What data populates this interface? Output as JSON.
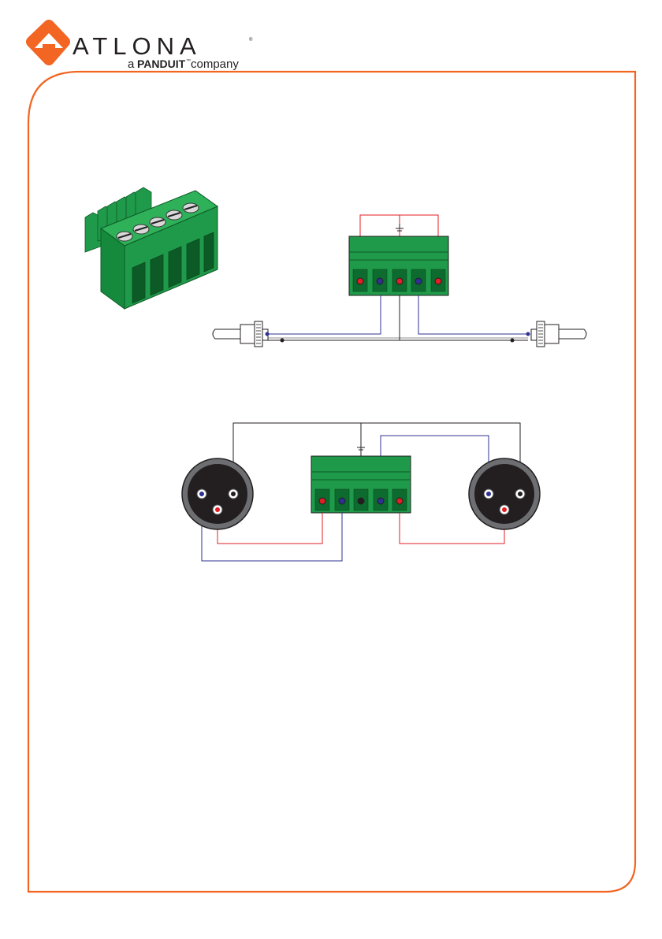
{
  "brand": {
    "name": "ATLONA",
    "registered": "®",
    "tagline_prefix": "a",
    "tagline_partner": "PANDUIT",
    "tagline_tm": "™",
    "tagline_suffix": "company",
    "logo_color": "#f26522"
  },
  "colors": {
    "frame": "#f26522",
    "connector_green": "#1f9a4a",
    "connector_dark_green": "#0e6b2f",
    "positive_wire": "#e31e24",
    "negative_wire": "#2e3192",
    "ground_wire": "#231f20"
  },
  "diagrams": {
    "rca_wiring": {
      "terminal_pins": [
        "positive-red",
        "negative-blue",
        "positive-red",
        "negative-blue",
        "positive-red"
      ],
      "plugs": [
        "left-rca-plug",
        "right-rca-plug"
      ]
    },
    "xlr_wiring": {
      "terminal_pins": [
        "positive-red",
        "negative-blue",
        "ground-black",
        "negative-blue",
        "positive-red"
      ],
      "connectors": [
        "left-xlr-connector",
        "right-xlr-connector"
      ]
    }
  },
  "icons": [
    "atlona-logo-icon",
    "terminal-block-icon",
    "ground-symbol-icon",
    "rca-plug-icon",
    "xlr-connector-icon"
  ]
}
